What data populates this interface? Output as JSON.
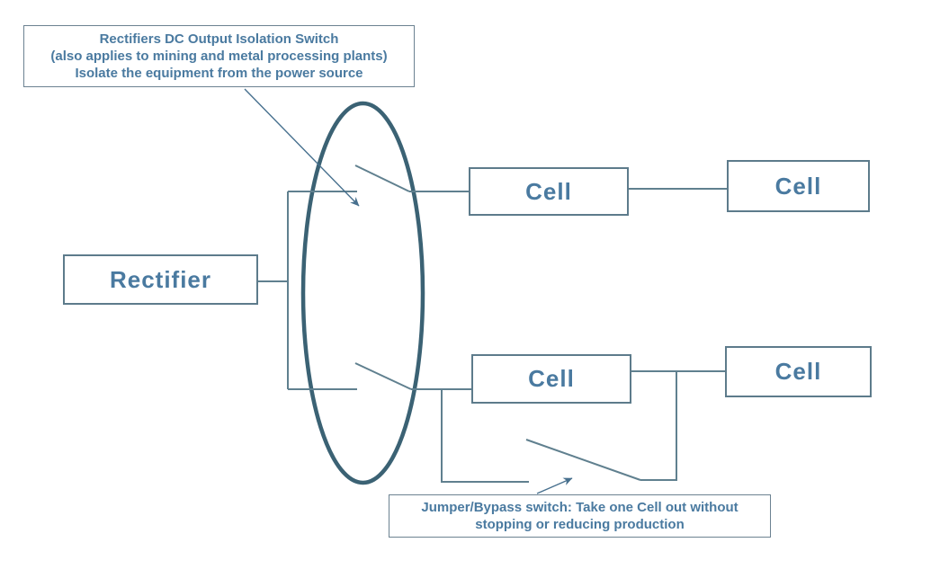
{
  "colors": {
    "text": "#4a7aa0",
    "wire": "#60808f",
    "node_border": "#5d7b8b",
    "annotation_border": "#6c8291",
    "ellipse": "#3b6274",
    "arrow": "#47708e",
    "background": "#ffffff"
  },
  "annotations": {
    "isolation": {
      "lines": [
        "Rectifiers DC Output Isolation Switch",
        "(also applies to mining and metal processing plants)",
        "Isolate the equipment from the power source"
      ]
    },
    "bypass": {
      "lines": [
        "Jumper/Bypass switch: Take one Cell out without",
        "stopping or reducing production"
      ]
    }
  },
  "nodes": {
    "rectifier": {
      "label": "Rectifier"
    },
    "cell_top_left": {
      "label": "Cell"
    },
    "cell_top_right": {
      "label": "Cell"
    },
    "cell_bottom_left": {
      "label": "Cell"
    },
    "cell_bottom_right": {
      "label": "Cell"
    }
  }
}
